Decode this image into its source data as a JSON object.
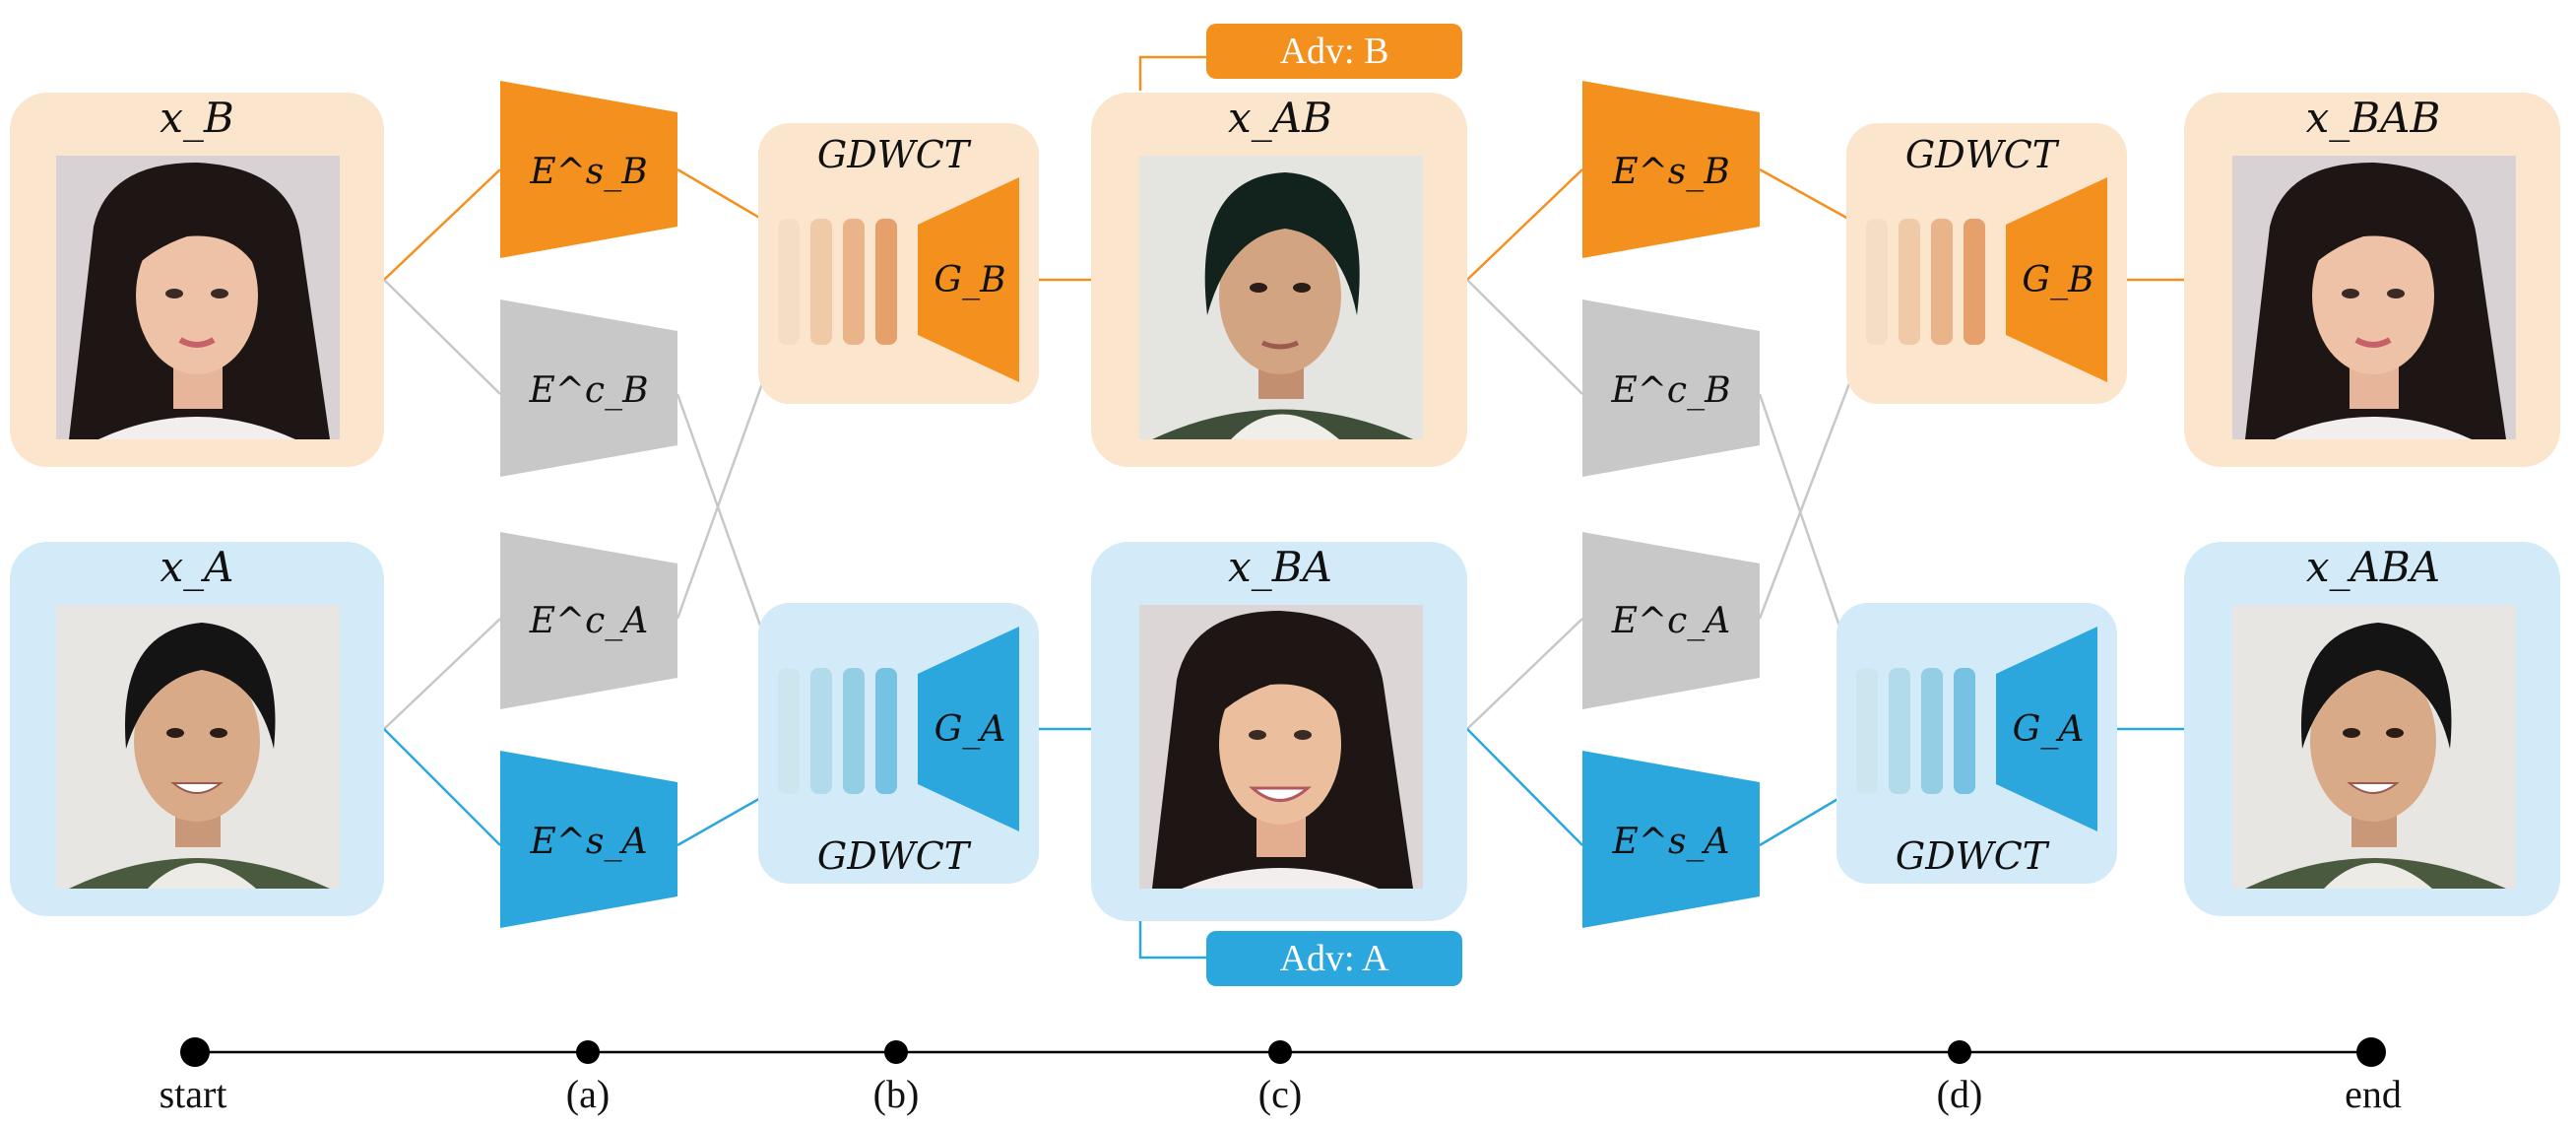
{
  "colors": {
    "orange": "#F4911E",
    "orange_bg": "#FCE5CD",
    "blue": "#2BA7DE",
    "blue_bg": "#D3EBF8",
    "gray": "#C8C8C8",
    "line_gray": "#C8C8C8",
    "timeline": "#000000"
  },
  "images": {
    "x_B": {
      "label": "x_B",
      "subject": "woman-portrait"
    },
    "x_A": {
      "label": "x_A",
      "subject": "man-portrait"
    },
    "x_AB": {
      "label": "x_AB",
      "subject": "man-portrait-translated"
    },
    "x_BA": {
      "label": "x_BA",
      "subject": "woman-portrait-translated"
    },
    "x_BAB": {
      "label": "x_BAB",
      "subject": "woman-portrait-reconstructed"
    },
    "x_ABA": {
      "label": "x_ABA",
      "subject": "man-portrait-reconstructed"
    }
  },
  "encoders": {
    "style_B": "E^s_B",
    "content_B": "E^c_B",
    "content_A": "E^c_A",
    "style_A": "E^s_A"
  },
  "generators": {
    "gdwct": "GDWCT",
    "G_B": "G_B",
    "G_A": "G_A"
  },
  "adversarial": {
    "B": "Adv: B",
    "A": "Adv: A"
  },
  "timeline": [
    "start",
    "(a)",
    "(b)",
    "(c)",
    "(d)",
    "end"
  ]
}
